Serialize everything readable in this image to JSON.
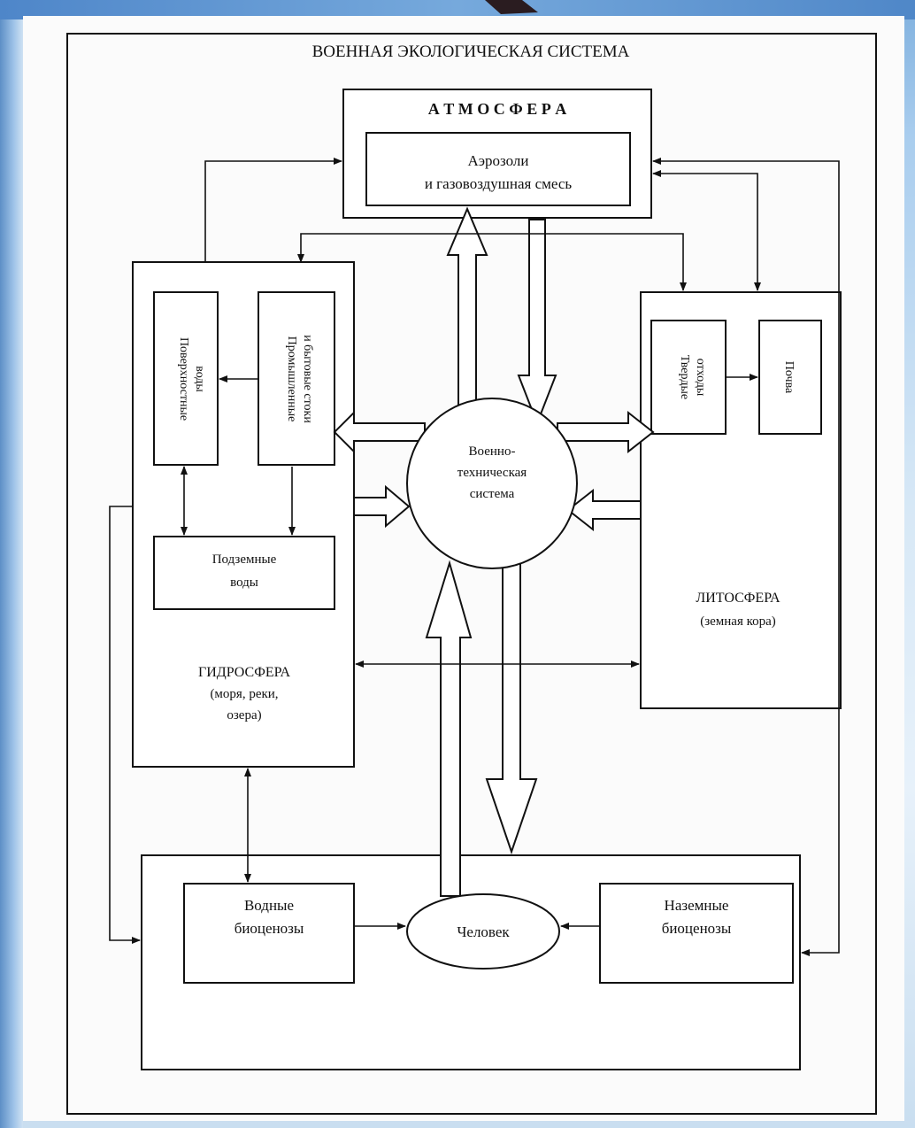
{
  "title": "ВОЕННАЯ ЭКОЛОГИЧЕСКАЯ СИСТЕМА",
  "atmosphere": {
    "label": "А Т М О С Ф Е Р А",
    "inner_line1": "Аэрозоли",
    "inner_line2": "и газовоздушная смесь"
  },
  "hydrosphere": {
    "surface_waters_line1": "Поверхностные",
    "surface_waters_line2": "воды",
    "wastewater_line1": "Промышленные",
    "wastewater_line2": "и бытовые стоки",
    "ground_waters_line1": "Подземные",
    "ground_waters_line2": "воды",
    "label_line1": "ГИДРОСФЕРА",
    "label_line2": "(моря, реки,",
    "label_line3": "озера)"
  },
  "lithosphere": {
    "solid_waste_line1": "Твердые",
    "solid_waste_line2": "отходы",
    "soil": "Почва",
    "label_line1": "ЛИТОСФЕРА",
    "label_line2": "(земная кора)"
  },
  "military_system": {
    "line1": "Военно-",
    "line2": "техническая",
    "line3": "система"
  },
  "biosphere": {
    "aquatic_line1": "Водные",
    "aquatic_line2": "биоценозы",
    "human": "Человек",
    "terrestrial_line1": "Наземные",
    "terrestrial_line2": "биоценозы"
  }
}
